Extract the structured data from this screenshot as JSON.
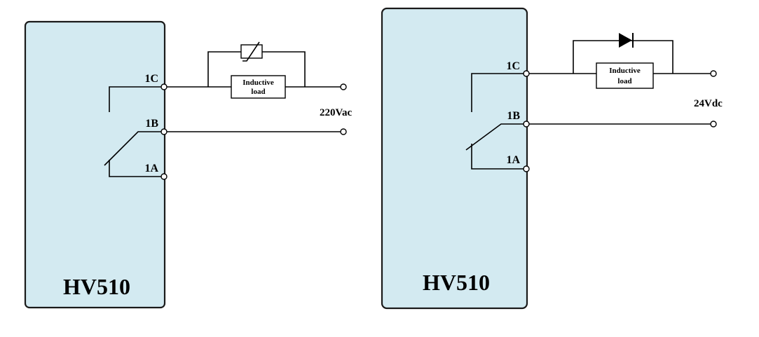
{
  "colors": {
    "device_fill": "#d3eaf1",
    "line": "#000000"
  },
  "left_panel": {
    "model": "HV510",
    "terminals": {
      "c": "1C",
      "b": "1B",
      "a": "1A"
    },
    "load_line1": "Inductive",
    "load_line2": "load",
    "supply": "220Vac",
    "suppressor": "varistor-icon"
  },
  "right_panel": {
    "model": "HV510",
    "terminals": {
      "c": "1C",
      "b": "1B",
      "a": "1A"
    },
    "load_line1": "Inductive",
    "load_line2": "load",
    "supply": "24Vdc",
    "suppressor": "diode-icon"
  }
}
